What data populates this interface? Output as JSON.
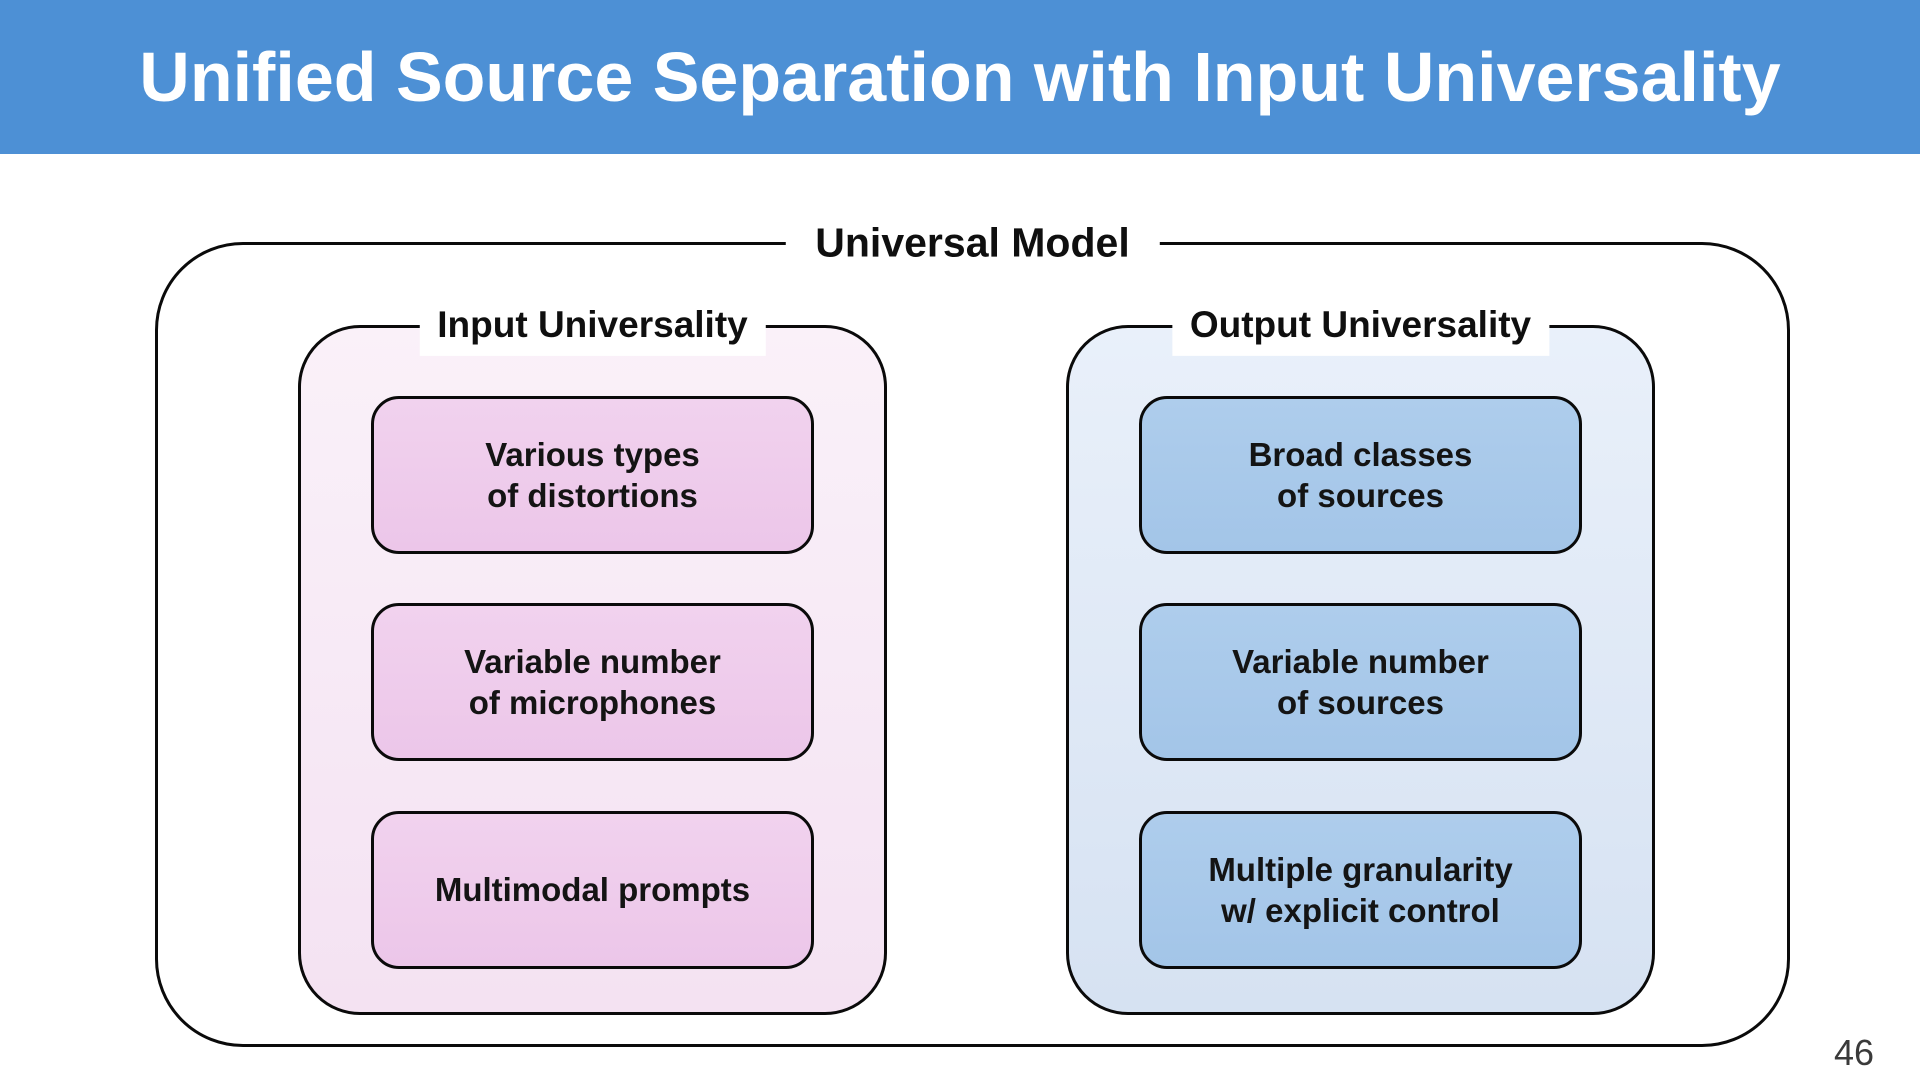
{
  "colors": {
    "banner-bg": "#4D90D5",
    "banner-fg": "#FFFFFF",
    "input-column-fill": "#F6E7F4",
    "input-item-fill": "#EFCCEC",
    "output-column-fill": "#DCE6F4",
    "output-item-fill": "#A8C8E9",
    "border": "#0A0A0A"
  },
  "header": {
    "title": "Unified Source Separation with Input Universality"
  },
  "diagram": {
    "outer_label": "Universal Model",
    "columns": [
      {
        "label": "Input Universality",
        "items": [
          "Various types\nof distortions",
          "Variable number\nof microphones",
          "Multimodal prompts"
        ]
      },
      {
        "label": "Output Universality",
        "items": [
          "Broad classes\nof sources",
          "Variable number\nof sources",
          "Multiple granularity\nw/ explicit control"
        ]
      }
    ]
  },
  "footer": {
    "page_number": "46"
  }
}
